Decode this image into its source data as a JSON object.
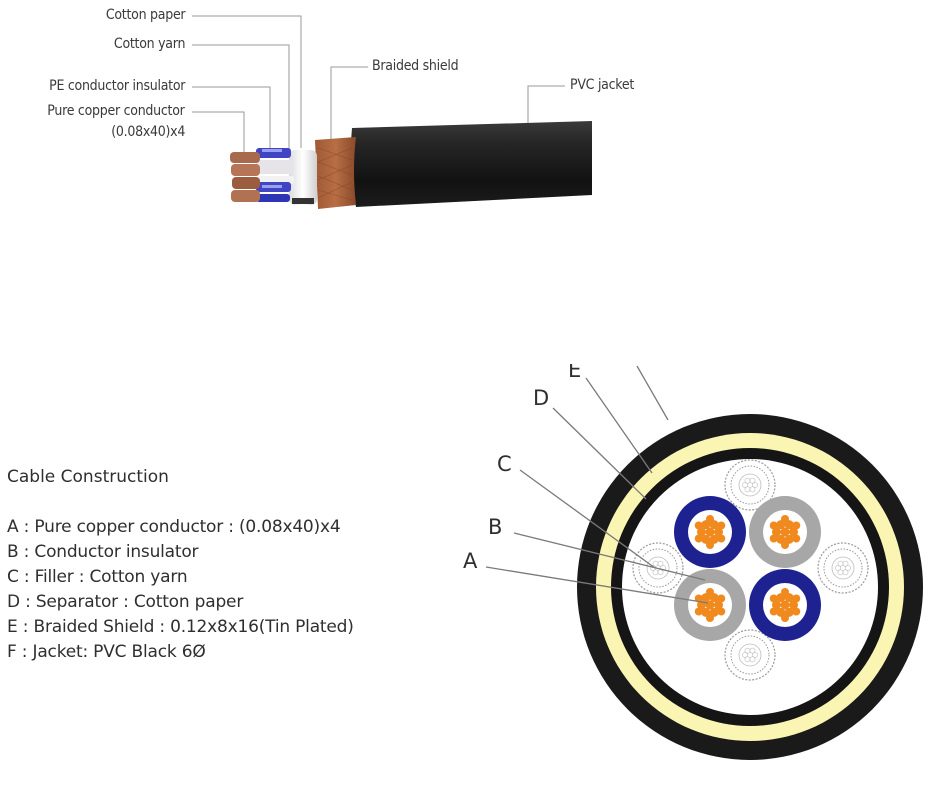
{
  "product_diagram": {
    "callouts": [
      {
        "id": "cotton-paper",
        "label": "Cotton paper"
      },
      {
        "id": "cotton-yarn",
        "label": "Cotton yarn"
      },
      {
        "id": "pe-insulator",
        "label": "PE conductor insulator"
      },
      {
        "id": "copper-conductor",
        "label": "Pure copper  conductor",
        "sub": "(0.08x40)x4"
      },
      {
        "id": "braided-shield",
        "label": "Braided shield"
      },
      {
        "id": "pvc-jacket",
        "label": "PVC jacket"
      }
    ]
  },
  "construction": {
    "title": "Cable Construction",
    "items": [
      {
        "letter": "A",
        "text": "A : Pure copper conductor : (0.08x40)x4"
      },
      {
        "letter": "B",
        "text": "B : Conductor insulator"
      },
      {
        "letter": "C",
        "text": "C : Filler : Cotton yarn"
      },
      {
        "letter": "D",
        "text": "D : Separator : Cotton paper"
      },
      {
        "letter": "E",
        "text": "E : Braided Shield : 0.12x8x16(Tin Plated)"
      },
      {
        "letter": "F",
        "text": "F : Jacket: PVC Black 6Ø"
      }
    ]
  },
  "cross_section": {
    "labels": [
      "A",
      "B",
      "C",
      "D",
      "E"
    ],
    "colors": {
      "jacket": "#1a1a1a",
      "shield": "#fbf5b4",
      "separator": "#151515",
      "blue_insulator": "#1e2290",
      "gray_insulator": "#a7a7a7",
      "copper": "#f08a1e",
      "filler": "#9a9a9a"
    }
  }
}
